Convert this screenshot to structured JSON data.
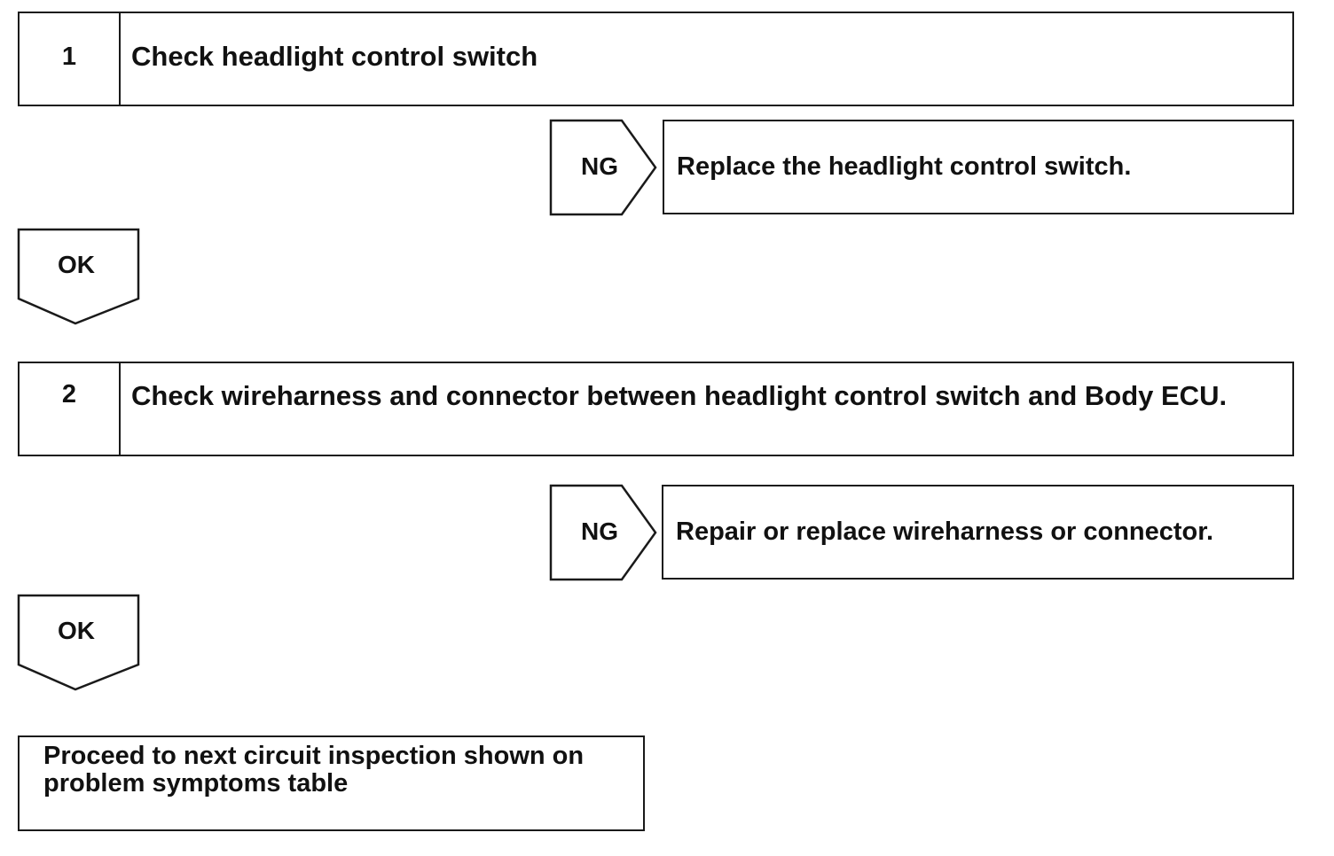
{
  "steps": [
    {
      "number": "1",
      "title": "Check headlight control switch"
    },
    {
      "number": "2",
      "title": "Check wireharness and connector between headlight control switch and Body ECU."
    }
  ],
  "ng_branches": [
    {
      "label": "NG",
      "action": "Replace the headlight control switch."
    },
    {
      "label": "NG",
      "action": "Repair or replace wireharness or connector."
    }
  ],
  "ok_branches": [
    {
      "label": "OK"
    },
    {
      "label": "OK"
    }
  ],
  "final": {
    "text": "Proceed to next circuit inspection shown on problem symptoms table"
  },
  "colors": {
    "stroke": "#1a1a1a",
    "background": "#ffffff",
    "text": "#111111"
  }
}
